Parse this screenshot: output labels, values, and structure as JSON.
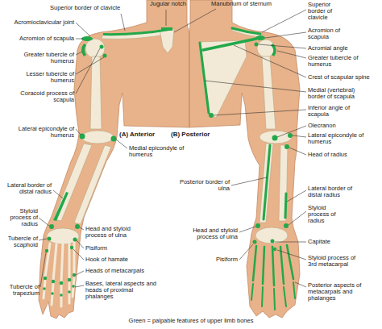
{
  "diagram": {
    "labels": [
      "Superior border of clavicle",
      "Jugular notch",
      "Manubrium of sternum",
      "Acromioclavicular joint",
      "Acromion of scapula",
      "Greater tubercle of humerus",
      "Lesser tubercle of humerus",
      "Coracoid process of scapula",
      "Lateral epicondyle of humerus",
      "(A) Anterior",
      "(B) Posterior",
      "Medial epicondyle of humerus",
      "Lateral border of distal radius",
      "Styloid process of radius",
      "Tubercle of scaphoid",
      "Head and styloid process of ulna",
      "Pisiform",
      "Hook of hamate",
      "Heads of metacarpals",
      "Tubercle of trapezium",
      "Bases, lateral aspects and heads of proximal phalanges",
      "Green = palpable features of upper limb bones",
      "Superior border of clavicle",
      "Acromion of scapula",
      "Acromial angle",
      "Greater tubercle of humerus",
      "Crest of scapular spine",
      "Medial (vertebral) border of scapula",
      "Inferior angle of scapula",
      "Olecranon",
      "Lateral epicondyle of humerus",
      "Head of radius",
      "Posterior border of ulna",
      "Lateral border of distal radius",
      "Styloid process of radius",
      "Head and styloid process of ulna",
      "Capitate",
      "Pisiform",
      "Styloid process of 3rd metacarpal",
      "Posterior aspects of metacarpals and phalanges"
    ]
  }
}
